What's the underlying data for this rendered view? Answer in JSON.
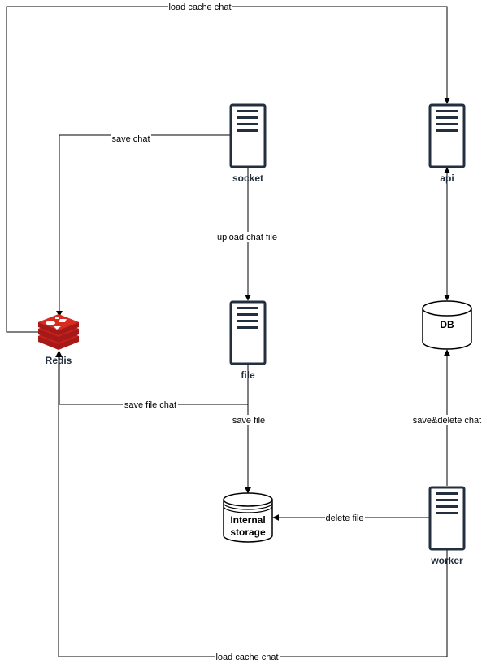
{
  "nodes": {
    "socket": {
      "label": "socket",
      "kind": "server"
    },
    "api": {
      "label": "api",
      "kind": "server"
    },
    "file": {
      "label": "file",
      "kind": "server"
    },
    "worker": {
      "label": "worker",
      "kind": "server"
    },
    "redis": {
      "label": "Redis",
      "kind": "redis-logo"
    },
    "db": {
      "label": "DB",
      "kind": "database"
    },
    "storage": {
      "label_line1": "Internal",
      "label_line2": "storage",
      "kind": "database"
    }
  },
  "edges": {
    "redis_to_api": {
      "label": "load cache chat",
      "from": "Redis",
      "to": "api"
    },
    "socket_to_redis": {
      "label": "save chat",
      "from": "socket",
      "to": "Redis"
    },
    "socket_to_file": {
      "label": "upload chat file",
      "from": "socket",
      "to": "file"
    },
    "api_db": {
      "label": "",
      "from": "api",
      "to": "DB"
    },
    "file_to_redis": {
      "label": "save file chat",
      "from": "file",
      "to": "Redis"
    },
    "file_to_storage": {
      "label": "save file",
      "from": "file",
      "to": "Internal storage"
    },
    "worker_to_db": {
      "label": "save&delete chat",
      "from": "worker",
      "to": "DB"
    },
    "worker_to_storage": {
      "label": "delete file",
      "from": "worker",
      "to": "Internal storage"
    },
    "worker_to_redis": {
      "label": "load cache chat",
      "from": "worker",
      "to": "Redis"
    }
  },
  "colors": {
    "server_stroke": "#232F3E",
    "redis_red": "#C8201D",
    "redis_dark": "#A51A18",
    "line": "#000000"
  }
}
